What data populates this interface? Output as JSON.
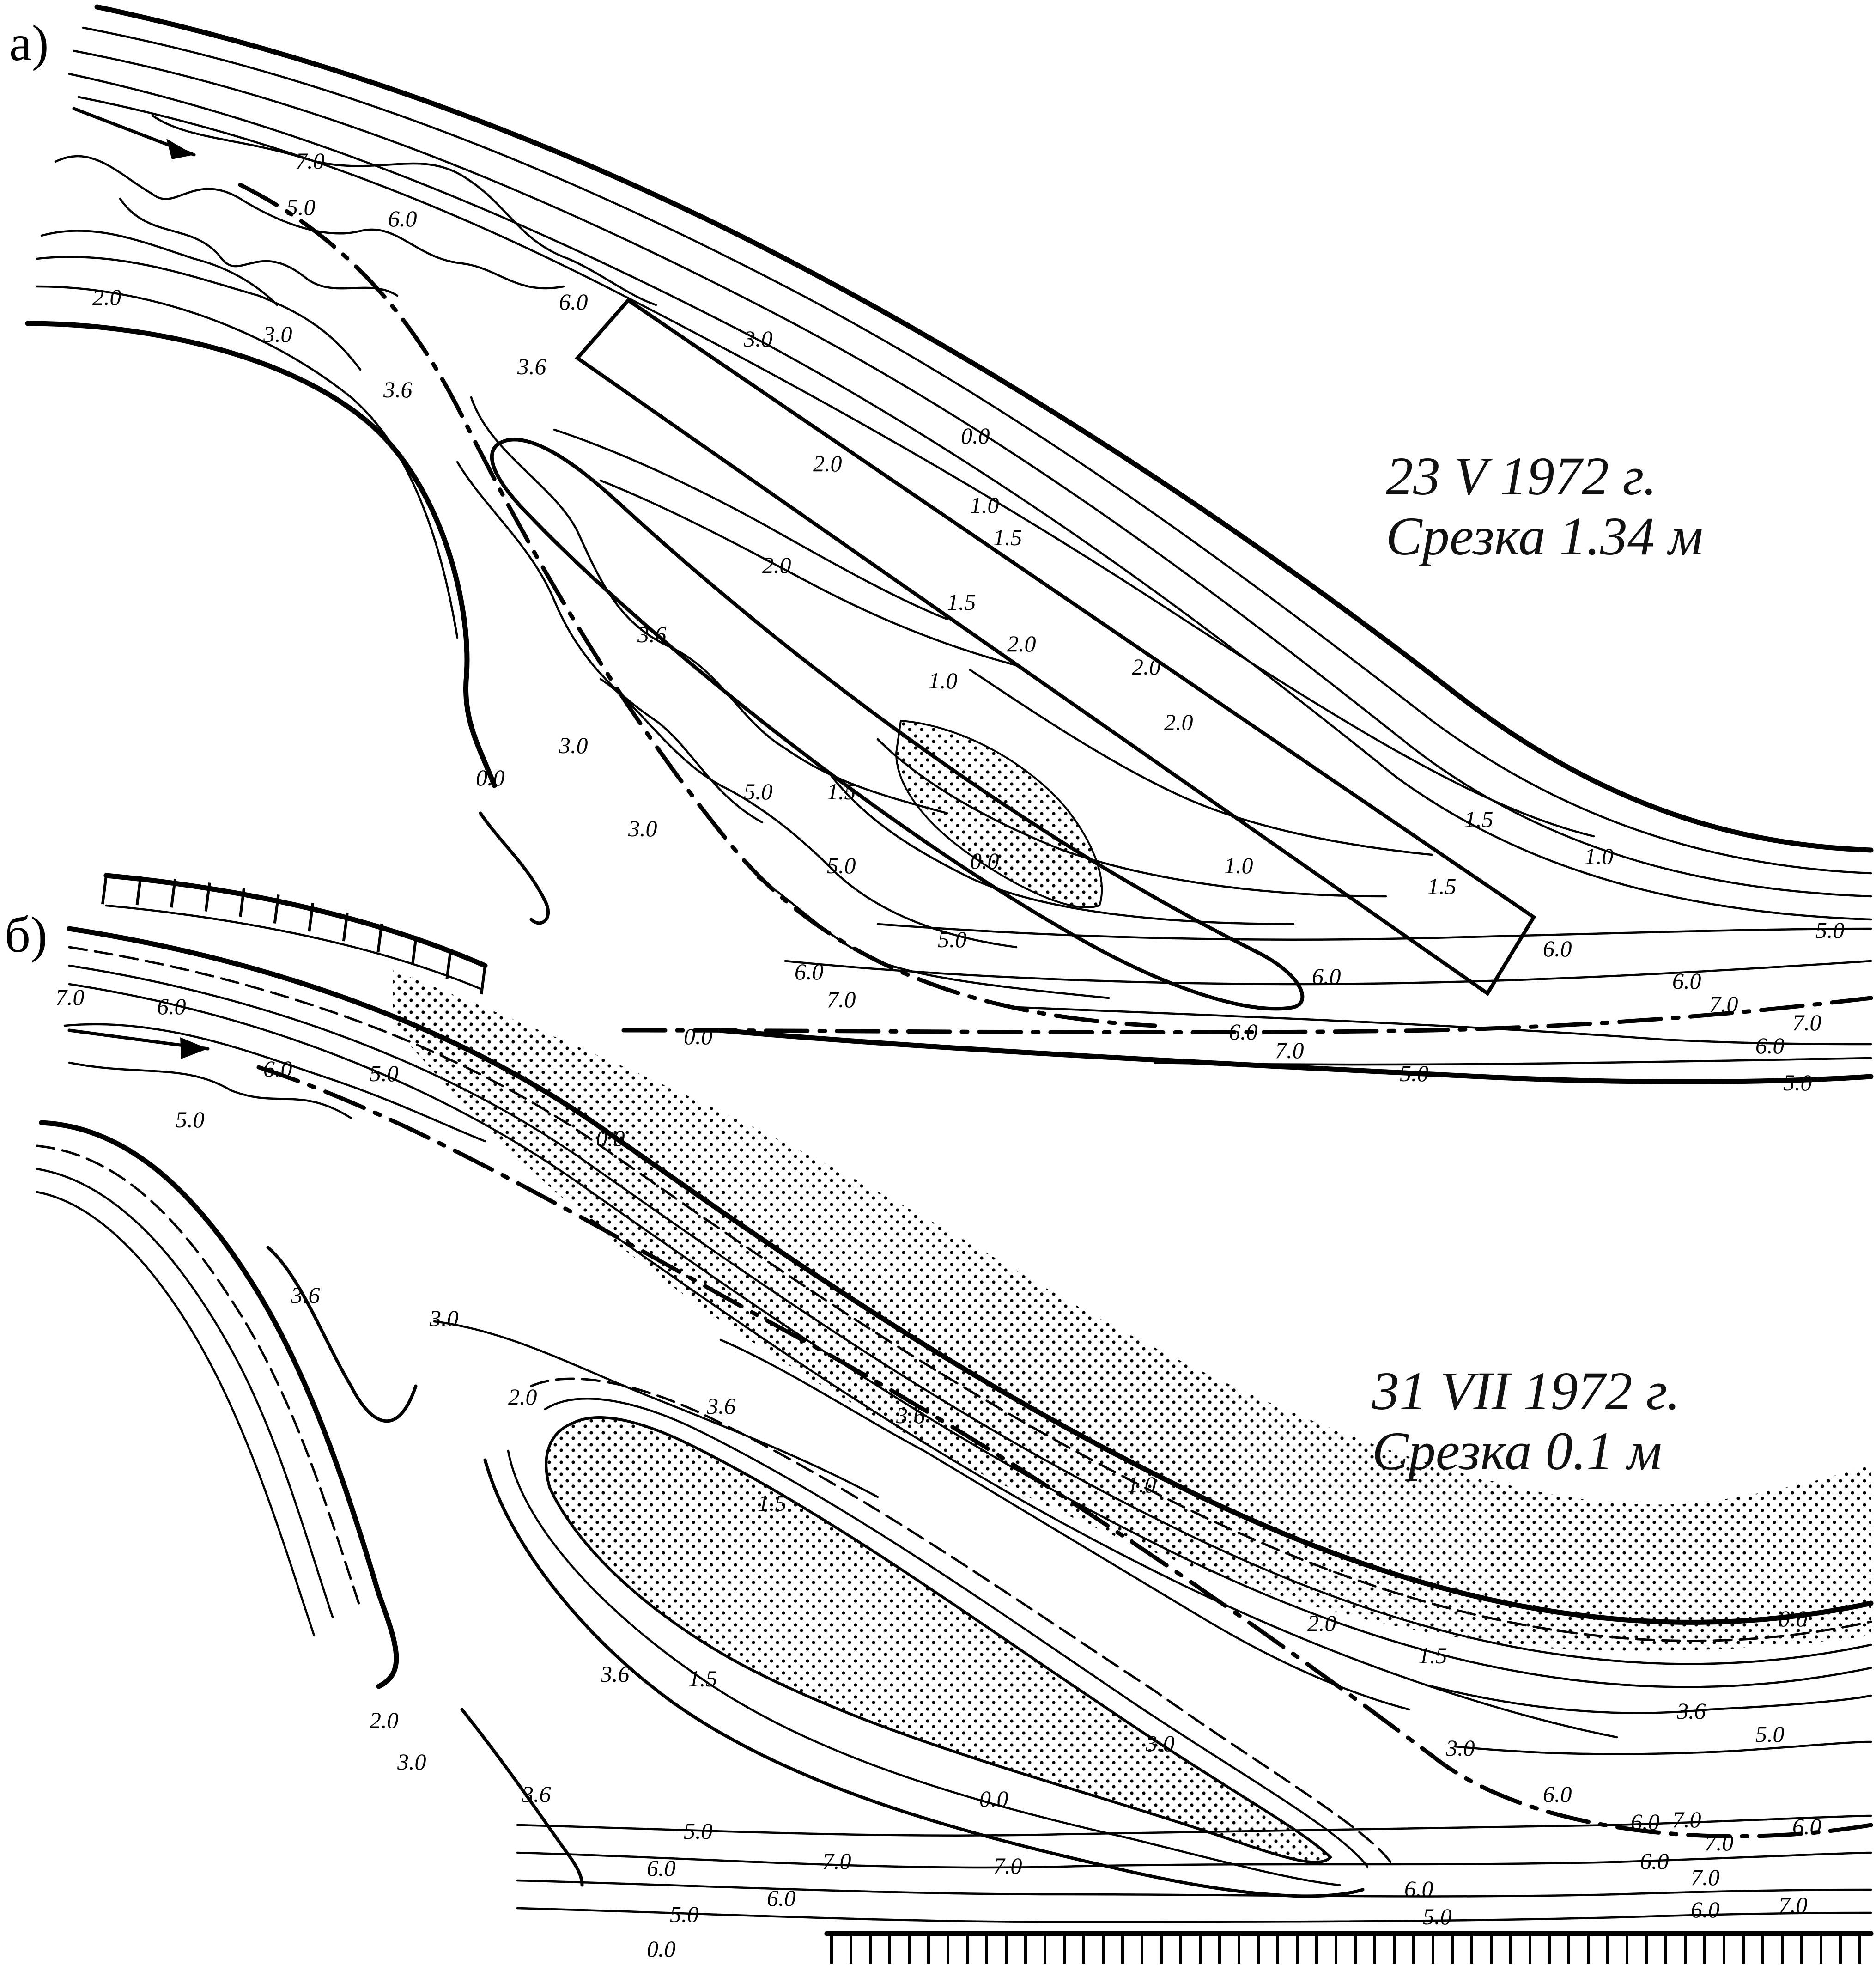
{
  "panels": [
    {
      "letter": "а)",
      "caption_date": "23 V 1972 г.",
      "caption_cut": "Срезка 1.34 м"
    },
    {
      "letter": "б)",
      "caption_date": "31 VII 1972 г.",
      "caption_cut": "Срезка 0.1 м"
    }
  ],
  "depth_labels": {
    "a": [
      "7.0",
      "5.0",
      "6.0",
      "2.0",
      "3.0",
      "3.6",
      "3.6",
      "6.0",
      "3.0",
      "0.0",
      "2.0",
      "1.0",
      "1.5",
      "2.0",
      "1.5",
      "2.0",
      "2.0",
      "2.0",
      "3.6",
      "1.0",
      "3.0",
      "0.0",
      "5.0",
      "1.5",
      "3.0",
      "0.0",
      "5.0",
      "1.0",
      "1.5",
      "1.5",
      "1.0",
      "5.0",
      "6.0",
      "7.0",
      "6.0",
      "6.0",
      "7.0",
      "0.0",
      "6.0",
      "6.0",
      "7.0",
      "7.0",
      "6.0",
      "5.0",
      "5.0",
      "5.0"
    ],
    "b": [
      "7.0",
      "6.0",
      "6.0",
      "5.0",
      "5.0",
      "0.0",
      "3.6",
      "3.0",
      "2.0",
      "3.6",
      "3.6",
      "1.5",
      "1.0",
      "2.0",
      "1.5",
      "0.0",
      "3.6",
      "1.5",
      "3.0",
      "3.0",
      "3.6",
      "5.0",
      "0.0",
      "6.0",
      "2.0",
      "3.0",
      "3.6",
      "5.0",
      "6.0",
      "7.0",
      "7.0",
      "5.0",
      "6.0",
      "0.0",
      "6.0",
      "7.0",
      "6.0",
      "6.0",
      "7.0",
      "6.0",
      "7.0",
      "6.0",
      "7.0",
      "5.0"
    ]
  }
}
